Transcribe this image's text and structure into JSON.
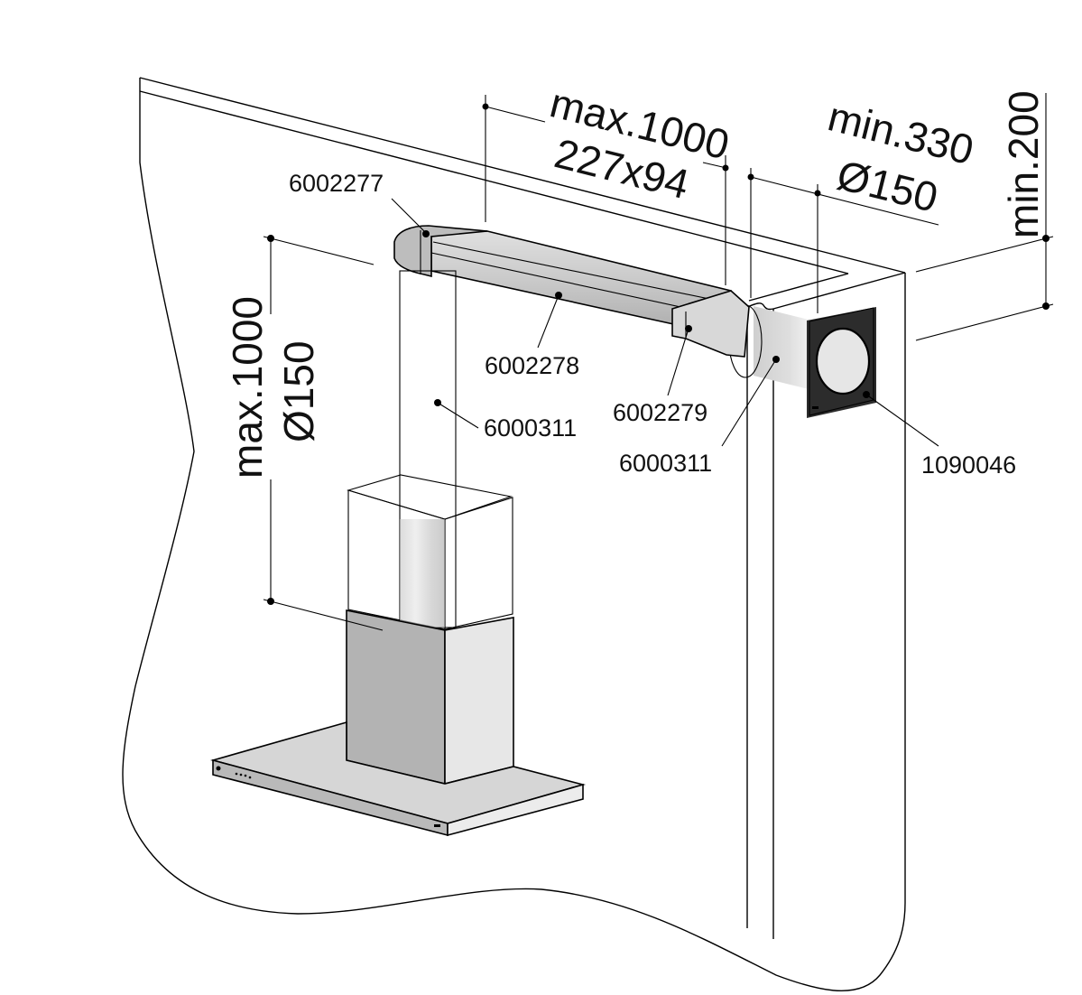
{
  "diagram": {
    "subject": "Chimney cooker hood with horizontal duct to wall outlet",
    "colors": {
      "line": "#000000",
      "background": "#ffffff",
      "surface_light": "#e8e8e8",
      "surface_mid": "#d6d6d6",
      "surface_dark": "#b3b3b3"
    },
    "dimensions": {
      "horizontal_duct_length": "max.1000",
      "horizontal_duct_section": "227x94",
      "wall_passage_length": "min.330",
      "wall_passage_diameter": "Ø150",
      "ceiling_clearance": "min.200",
      "vertical_duct_length": "max.1000",
      "vertical_duct_diameter": "Ø150"
    },
    "parts": [
      {
        "id": "elbow",
        "number": "6002277",
        "description": "elbow connector"
      },
      {
        "id": "flat-duct",
        "number": "6002278",
        "description": "flat rectangular duct"
      },
      {
        "id": "adapter",
        "number": "6002279",
        "description": "rectangular-to-round adapter"
      },
      {
        "id": "round-duct-vertical",
        "number": "6000311",
        "description": "round duct (vertical)"
      },
      {
        "id": "round-duct-wall",
        "number": "6000311",
        "description": "round duct (through wall)"
      },
      {
        "id": "wall-grille",
        "number": "1090046",
        "description": "wall outlet grille"
      }
    ]
  }
}
